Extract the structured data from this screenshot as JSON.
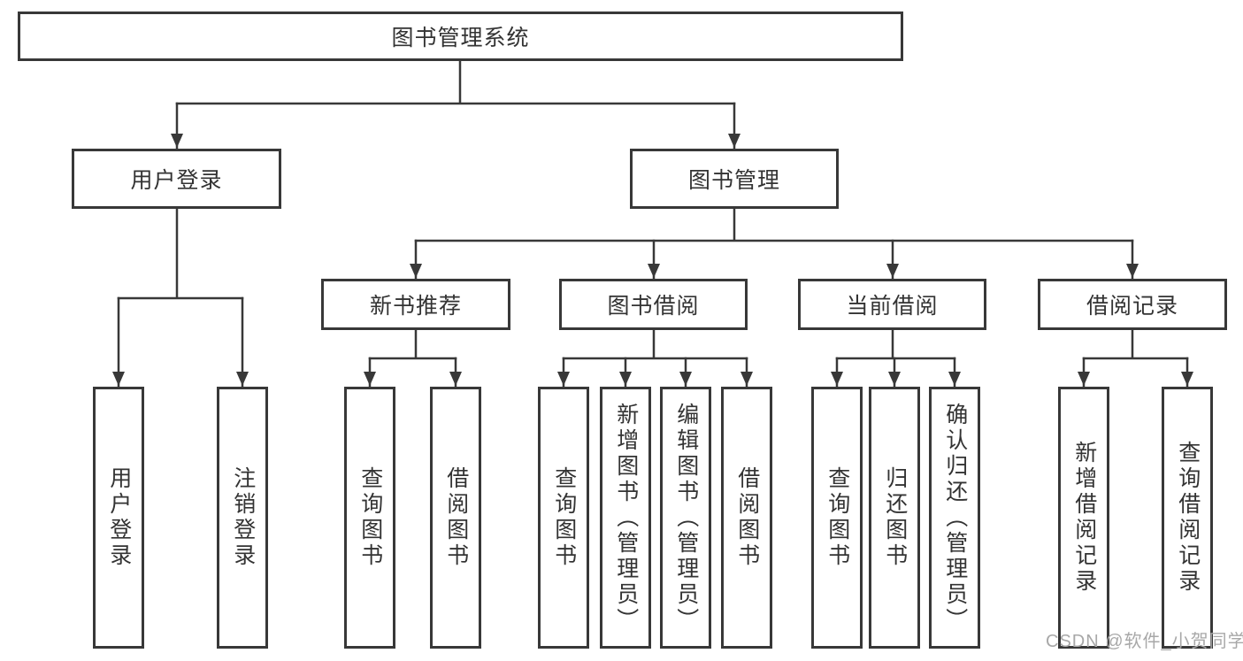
{
  "tree": {
    "root": {
      "label": "图书管理系统"
    },
    "branches": [
      {
        "label": "用户登录",
        "children": [
          {
            "label": "用户登录"
          },
          {
            "label": "注销登录"
          }
        ]
      },
      {
        "label": "图书管理",
        "children": [
          {
            "label": "新书推荐",
            "children": [
              {
                "label": "查询图书"
              },
              {
                "label": "借阅图书"
              }
            ]
          },
          {
            "label": "图书借阅",
            "children": [
              {
                "label": "查询图书"
              },
              {
                "label": "新增图书（管理员）"
              },
              {
                "label": "编辑图书（管理员）"
              },
              {
                "label": "借阅图书"
              }
            ]
          },
          {
            "label": "当前借阅",
            "children": [
              {
                "label": "查询图书"
              },
              {
                "label": "归还图书"
              },
              {
                "label": "确认归还（管理员）"
              }
            ]
          },
          {
            "label": "借阅记录",
            "children": [
              {
                "label": "新增借阅记录"
              },
              {
                "label": "查询借阅记录"
              }
            ]
          }
        ]
      }
    ]
  },
  "watermark": "CSDN @软件_小贺同学",
  "colors": {
    "line": "#383838",
    "box_border": "#383838",
    "box_fill": "#ffffff",
    "text": "#333333",
    "watermark": "#a8a8a8"
  }
}
